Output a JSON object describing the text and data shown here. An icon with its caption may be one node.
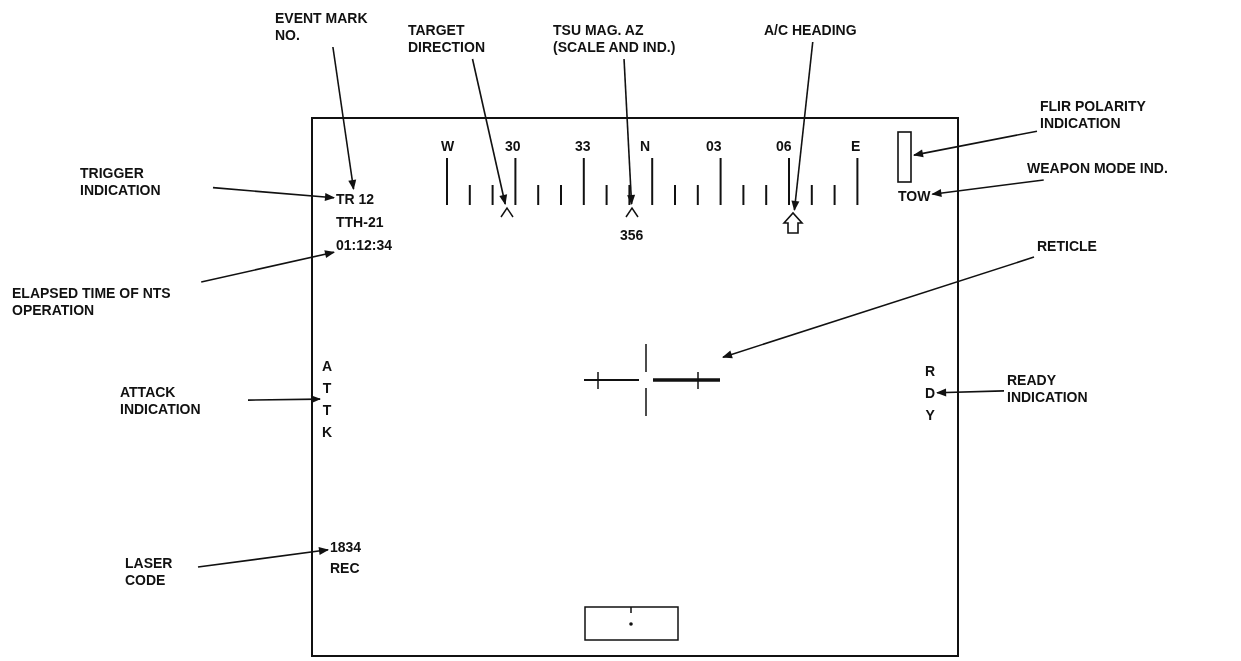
{
  "diagram": {
    "nodes": [
      {
        "text": [
          "EVENT MARK NO."
        ]
      },
      {
        "text": [
          "TARGET DIRECTION"
        ]
      },
      {
        "text": [
          "TSU MAG. AZ (SCALE AND IND.)"
        ]
      },
      {
        "text": [
          "A/C HEADING"
        ]
      },
      {
        "text": [
          "FLIR POLARITY INDICATION"
        ]
      },
      {
        "text": [
          "TRIGGER INDICATION"
        ]
      },
      {
        "text": [
          "TR 12"
        ]
      },
      {
        "text": [
          "WEAPON MODE IND."
        ]
      },
      {
        "text": [
          "TOW"
        ]
      },
      {
        "text": [
          "01:12:34"
        ]
      },
      {
        "text": [
          "RETICLE"
        ]
      },
      {
        "text": [
          "ELAPSED TIME OF NTS OPERATION"
        ]
      },
      {
        "text": [
          "A T T K"
        ]
      },
      {
        "text": [
          "ATTACK INDICATION"
        ]
      },
      {
        "text": [
          "R D Y"
        ]
      },
      {
        "text": [
          "READY INDICATION"
        ]
      },
      {
        "text": [
          "LASER CODE"
        ]
      },
      {
        "text": [
          "1834"
        ]
      },
      {
        "text": [],
        "shape": "caret"
      },
      {
        "text": [],
        "shape": "caret"
      },
      {
        "text": [],
        "shape": "arrow"
      },
      {
        "text": [],
        "shape": "bar"
      },
      {
        "text": [],
        "shape": "cross"
      }
    ],
    "edges": [
      {
        "from": 0,
        "to": 6,
        "arrow": "to"
      },
      {
        "from": 1,
        "to": 18,
        "arrow": "to"
      },
      {
        "from": 2,
        "to": 19,
        "arrow": "to"
      },
      {
        "from": 3,
        "to": 20,
        "arrow": "to"
      },
      {
        "from": 4,
        "to": 21,
        "arrow": "to"
      },
      {
        "from": 5,
        "to": 6,
        "arrow": "to"
      },
      {
        "from": 7,
        "to": 8,
        "arrow": "to"
      },
      {
        "from": 11,
        "to": 9,
        "arrow": "to"
      },
      {
        "from": 10,
        "to": 22,
        "arrow": "to"
      },
      {
        "from": 13,
        "to": 12,
        "arrow": "to"
      },
      {
        "from": 15,
        "to": 14,
        "arrow": "to"
      },
      {
        "from": 16,
        "to": 17,
        "arrow": "to"
      }
    ],
    "labels": [
      "W",
      "30",
      "33",
      "N",
      "03",
      "06",
      "E",
      "TTH-21",
      "356",
      "REC"
    ]
  }
}
